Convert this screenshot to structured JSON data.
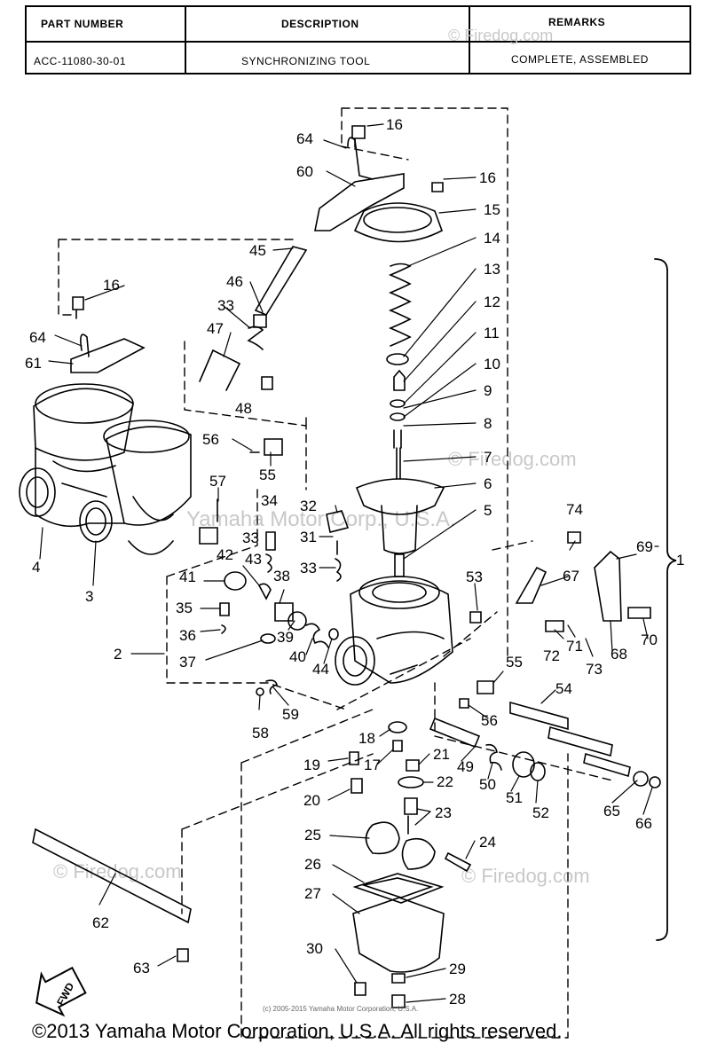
{
  "table": {
    "headers": [
      "PART NUMBER",
      "DESCRIPTION",
      "REMARKS"
    ],
    "row": [
      "ACC-11080-30-01",
      "SYNCHRONIZING TOOL",
      "COMPLETE, ASSEMBLED"
    ]
  },
  "callouts": [
    "1",
    "2",
    "3",
    "4",
    "5",
    "6",
    "7",
    "8",
    "9",
    "10",
    "11",
    "12",
    "13",
    "14",
    "15",
    "16",
    "16",
    "16",
    "17",
    "18",
    "19",
    "20",
    "21",
    "22",
    "23",
    "24",
    "25",
    "26",
    "27",
    "28",
    "29",
    "30",
    "31",
    "32",
    "33",
    "33",
    "33",
    "34",
    "35",
    "36",
    "37",
    "38",
    "39",
    "40",
    "41",
    "42",
    "43",
    "44",
    "45",
    "46",
    "47",
    "48",
    "49",
    "50",
    "51",
    "52",
    "53",
    "54",
    "55",
    "55",
    "56",
    "56",
    "57",
    "58",
    "59",
    "60",
    "61",
    "62",
    "63",
    "64",
    "64",
    "65",
    "66",
    "67",
    "68",
    "69",
    "70",
    "71",
    "72",
    "73",
    "74"
  ],
  "fwd_label": "FWD",
  "watermark": "© Firedog.com",
  "watermark_yamaha": "Yamaha Motor Corp., U.S.A.",
  "small_copyright": "(c) 2005-2015 Yamaha Motor Corporation, U.S.A.",
  "copyright": "©2013 Yamaha Motor Corporation, U.S.A. All rights reserved."
}
